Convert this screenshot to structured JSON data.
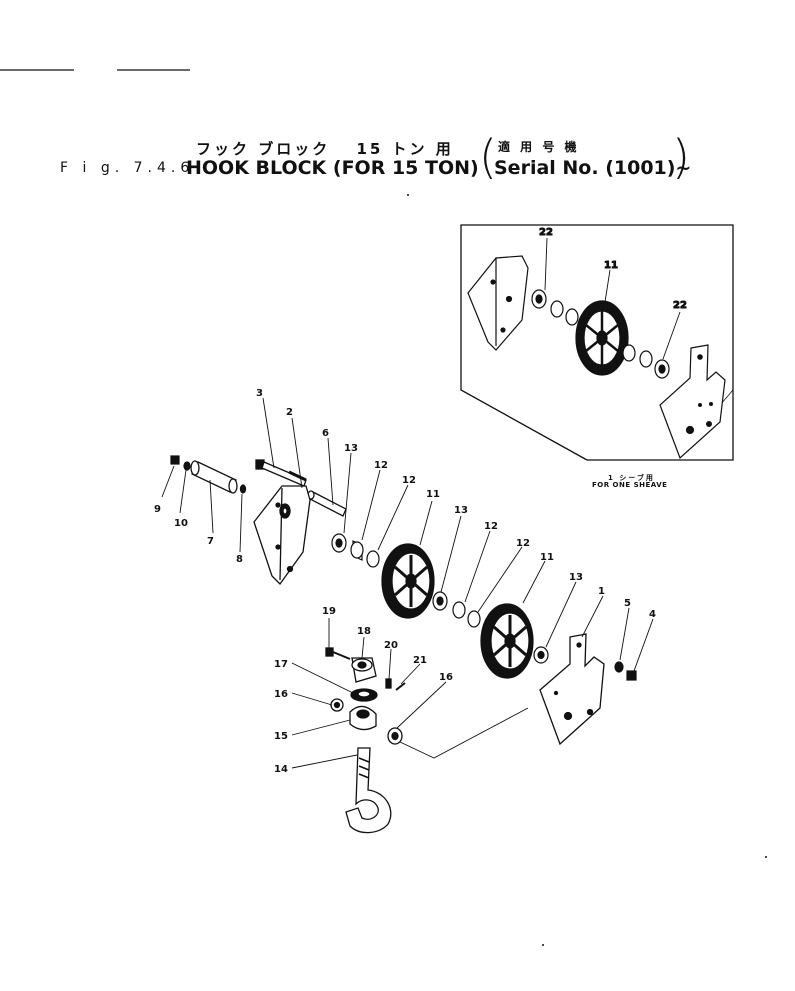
{
  "header": {
    "title_jp": "フック ブロック　 15 トン 用",
    "serial_jp": "適 用 号 機",
    "fig_label": "F i g. 7.4.6",
    "title_en": "HOOK BLOCK (FOR 15 TON)",
    "serial_en": "Serial No. (1001)~"
  },
  "inset": {
    "caption_jp": "1 シーブ用",
    "caption_en": "FOR ONE SHEAVE",
    "labels": [
      "22",
      "11",
      "22"
    ]
  },
  "callouts": [
    "1",
    "2",
    "3",
    "4",
    "5",
    "6",
    "7",
    "8",
    "9",
    "10",
    "11",
    "11",
    "12",
    "12",
    "12",
    "12",
    "13",
    "13",
    "13",
    "14",
    "15",
    "16",
    "16",
    "17",
    "18",
    "19",
    "20",
    "21"
  ]
}
